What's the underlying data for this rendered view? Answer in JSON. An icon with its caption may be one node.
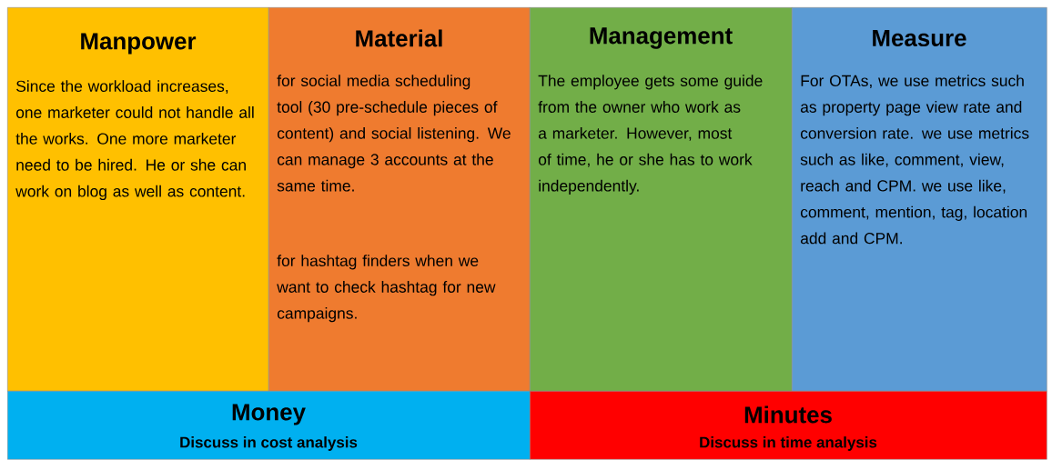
{
  "diagram": {
    "nodes": [
      {
        "text": [
          "Manpower",
          "Since the workload increases, one marketer could not handle all the works. One more marketer need to be hired. He or she can work on blog as well as content."
        ]
      },
      {
        "text": [
          "Material",
          "for social media scheduling tool (30 pre-schedule pieces of content) and social listening. We can manage 3 accounts at the same time.",
          "for hashtag finders when we want to check hashtag for new campaigns."
        ]
      },
      {
        "text": [
          "Management",
          "The employee gets some guide from the owner who work as a marketer. However, most of time, he or she has to work independently."
        ]
      },
      {
        "text": [
          "Measure",
          "For OTAs, we use metrics such as property page view rate and conversion rate. we use metrics such as like, comment, view, reach and CPM. we use like, comment, mention, tag, location add and CPM."
        ]
      },
      {
        "text": [
          "Money",
          "Discuss in cost analysis"
        ]
      },
      {
        "text": [
          "Minutes",
          "Discuss in time analysis"
        ]
      }
    ]
  }
}
